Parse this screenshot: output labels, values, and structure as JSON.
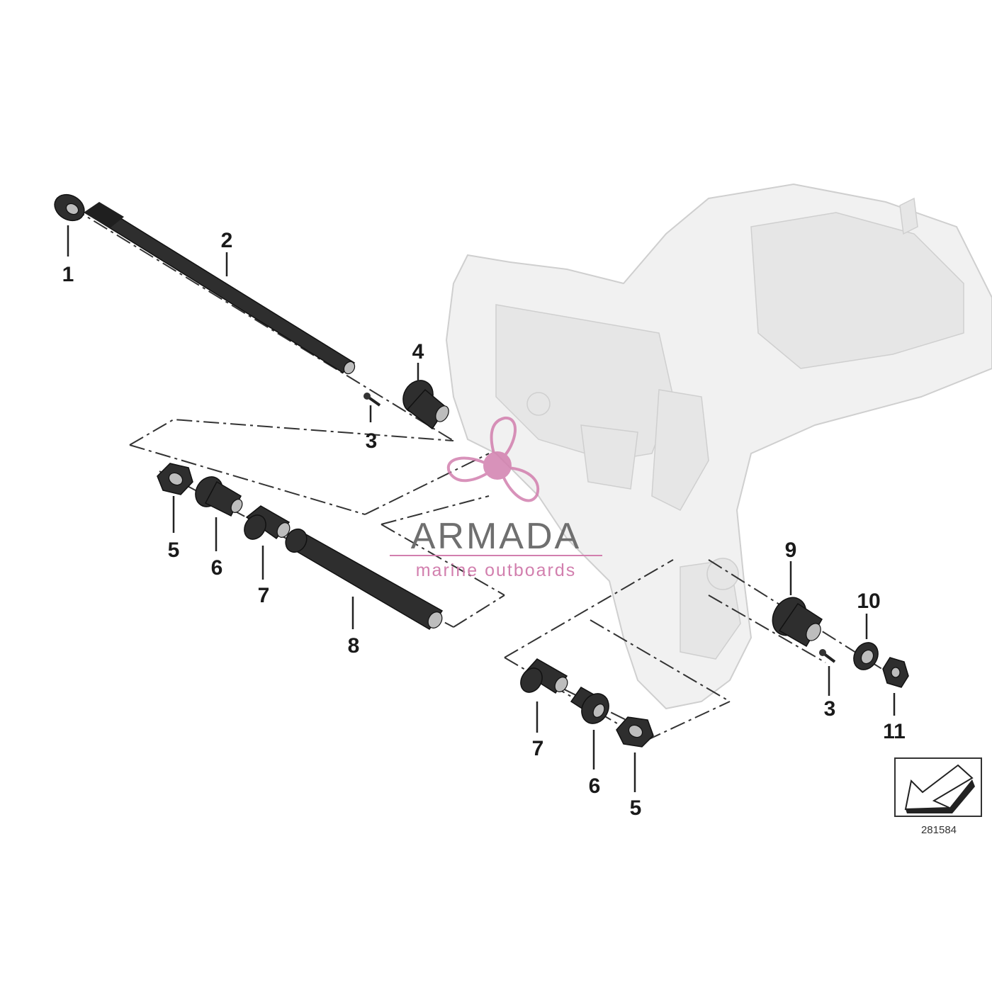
{
  "callouts": {
    "c1": "1",
    "c2": "2",
    "c3a": "3",
    "c4": "4",
    "c5a": "5",
    "c6a": "6",
    "c7a": "7",
    "c8": "8",
    "c9": "9",
    "c10": "10",
    "c3b": "3",
    "c11": "11",
    "c7b": "7",
    "c6b": "6",
    "c5b": "5"
  },
  "watermark": {
    "title": "ARMADA",
    "subtitle": "marine outboards",
    "accent_color": "#d27fae",
    "icon": "propeller-icon"
  },
  "drawing_number": "281584",
  "nav_icon": "arrow-down-left-icon"
}
